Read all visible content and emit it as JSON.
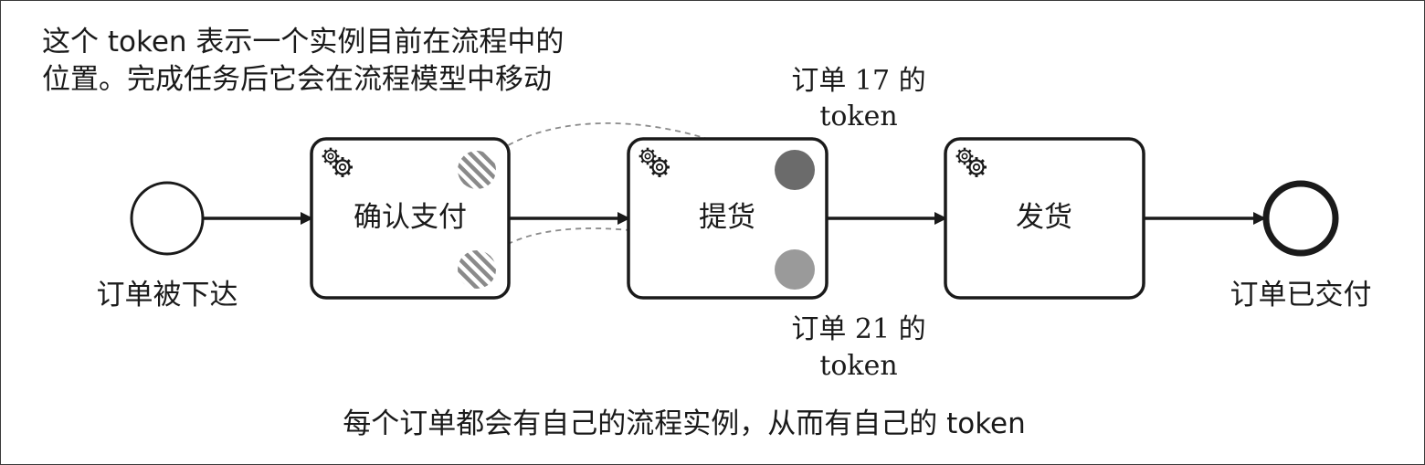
{
  "annotation": {
    "line1": "这个 token 表示一个实例目前在流程中的",
    "line2": "位置。完成任务后它会在流程模型中移动"
  },
  "events": {
    "start": {
      "label": "订单被下达",
      "icon": "start-event-circle"
    },
    "end": {
      "label": "订单已交付",
      "icon": "end-event-circle"
    }
  },
  "tasks": [
    {
      "label": "确认支付",
      "icon": "gear-icon"
    },
    {
      "label": "提货",
      "icon": "gear-icon"
    },
    {
      "label": "发货",
      "icon": "gear-icon"
    }
  ],
  "tokens": {
    "order17": {
      "line1": "订单 17 的",
      "line2": "token",
      "color": "#6b6b6b"
    },
    "order21": {
      "line1": "订单 21 的",
      "line2": "token",
      "color": "#9a9a9a"
    }
  },
  "caption": "每个订单都会有自己的流程实例，从而有自己的 token"
}
